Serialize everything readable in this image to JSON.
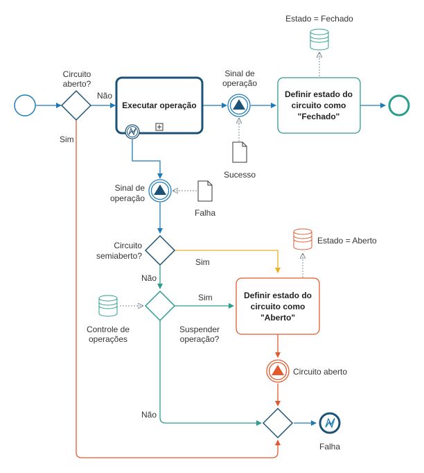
{
  "nodes": {
    "execute_task": "Executar operação",
    "set_closed_task": [
      "Definir estado do",
      "circuito como",
      "\"Fechado\""
    ],
    "set_open_task": [
      "Definir estado do",
      "circuito como",
      "\"Aberto\""
    ]
  },
  "labels": {
    "circuit_open_q": [
      "Circuito",
      "aberto?"
    ],
    "no_1": "Não",
    "yes_1": "Sim",
    "signal_top": [
      "Sinal de",
      "operação"
    ],
    "success_doc": "Sucesso",
    "state_closed": "Estado = Fechado",
    "signal_mid": [
      "Sinal de",
      "operação"
    ],
    "failure_doc": "Falha",
    "circuit_half_open_q": [
      "Circuito",
      "semiaberto?"
    ],
    "yes_2": "Sim",
    "no_2": "Não",
    "state_open": "Estado = Aberto",
    "yes_3": "Sim",
    "ops_control": [
      "Controle de",
      "operações"
    ],
    "suspend_q": [
      "Suspender",
      "operação?"
    ],
    "circuit_open_event": "Circuito aberto",
    "no_3": "Não",
    "failure_end": "Falha"
  },
  "colors": {
    "blue_flow": "#1f7bb5",
    "navy": "#1b5276",
    "teal": "#2a9d8f",
    "orange": "#e3592f",
    "amber": "#e8b021",
    "gray": "#7a8a93"
  }
}
